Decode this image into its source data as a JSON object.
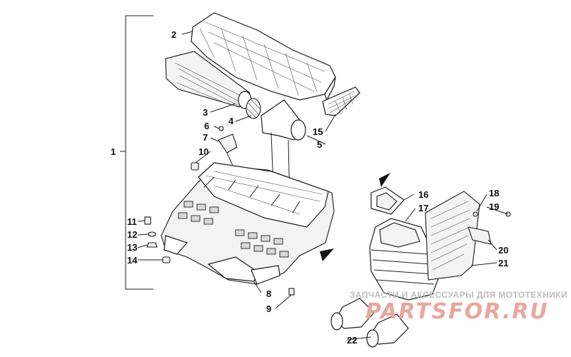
{
  "labels": {
    "l1": "1",
    "l2": "2",
    "l3": "3",
    "l4": "4",
    "l5": "5",
    "l6": "6",
    "l7": "7",
    "l8": "8",
    "l9": "9",
    "l10": "10",
    "l11": "11",
    "l12": "12",
    "l13": "13",
    "l14": "14",
    "l15": "15",
    "l16": "16",
    "l17": "17",
    "l18": "18",
    "l19": "19",
    "l20": "20",
    "l21": "21",
    "l22": "22"
  },
  "watermark": {
    "caption": "ЗАПЧАСТИ И АКСЕССУАРЫ ДЛЯ МОТОТЕХНИКИ",
    "logo": "PARTSFOR.RU"
  },
  "colors": {
    "line": "#1a1a1a",
    "watermark_text": "#bdbdbd",
    "watermark_logo": "#e8a7a0"
  }
}
